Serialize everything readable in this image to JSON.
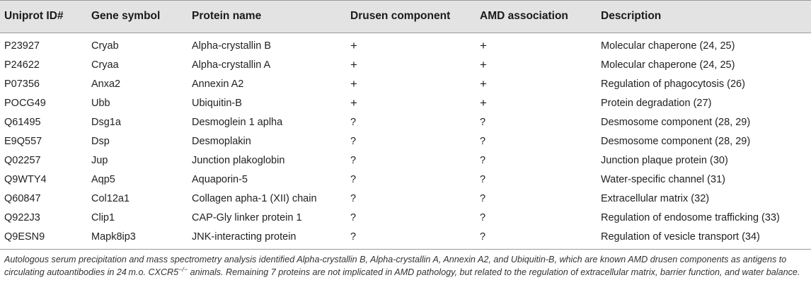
{
  "table": {
    "headers": [
      "Uniprot ID#",
      "Gene symbol",
      "Protein name",
      "Drusen component",
      "AMD association",
      "Description"
    ],
    "rows": [
      {
        "id": "P23927",
        "gene": "Cryab",
        "protein": "Alpha-crystallin B",
        "drusen": "+",
        "amd": "+",
        "desc": "Molecular chaperone (",
        "refs": "24, 25",
        "close": ")"
      },
      {
        "id": "P24622",
        "gene": "Cryaa",
        "protein": "Alpha-crystallin A",
        "drusen": "+",
        "amd": "+",
        "desc": "Molecular chaperone (",
        "refs": "24, 25",
        "close": ")"
      },
      {
        "id": "P07356",
        "gene": "Anxa2",
        "protein": "Annexin A2",
        "drusen": "+",
        "amd": "+",
        "desc": "Regulation of phagocytosis (",
        "refs": "26",
        "close": ")"
      },
      {
        "id": "POCG49",
        "gene": "Ubb",
        "protein": "Ubiquitin-B",
        "drusen": "+",
        "amd": "+",
        "desc": "Protein degradation (",
        "refs": "27",
        "close": ")"
      },
      {
        "id": "Q61495",
        "gene": "Dsg1a",
        "protein": "Desmoglein 1 aplha",
        "drusen": "?",
        "amd": "?",
        "desc": "Desmosome component (",
        "refs": "28, 29",
        "close": ")"
      },
      {
        "id": "E9Q557",
        "gene": "Dsp",
        "protein": "Desmoplakin",
        "drusen": "?",
        "amd": "?",
        "desc": "Desmosome component (",
        "refs": "28, 29",
        "close": ")"
      },
      {
        "id": "Q02257",
        "gene": "Jup",
        "protein": "Junction plakoglobin",
        "drusen": "?",
        "amd": "?",
        "desc": "Junction plaque protein (",
        "refs": "30",
        "close": ")"
      },
      {
        "id": "Q9WTY4",
        "gene": "Aqp5",
        "protein": "Aquaporin-5",
        "drusen": "?",
        "amd": "?",
        "desc": "Water-specific channel (",
        "refs": "31",
        "close": ")"
      },
      {
        "id": "Q60847",
        "gene": "Col12a1",
        "protein": "Collagen apha-1 (XII) chain",
        "drusen": "?",
        "amd": "?",
        "desc": "Extracellular matrix (",
        "refs": "32",
        "close": ")"
      },
      {
        "id": "Q922J3",
        "gene": "Clip1",
        "protein": "CAP-Gly linker protein 1",
        "drusen": "?",
        "amd": "?",
        "desc": "Regulation of endosome trafficking (",
        "refs": "33",
        "close": ")"
      },
      {
        "id": "Q9ESN9",
        "gene": "Mapk8ip3",
        "protein": "JNK-interacting protein",
        "drusen": "?",
        "amd": "?",
        "desc": "Regulation of vesicle transport (",
        "refs": "34",
        "close": ")"
      }
    ]
  },
  "caption": {
    "part1": "Autologous serum precipitation and mass spectrometry analysis identified Alpha-crystallin B, Alpha-crystallin A, Annexin A2, and Ubiquitin-B, which are known AMD drusen components as antigens to circulating autoantibodies in 24 m.o. CXCR5",
    "sup": "−/−",
    "part2": " animals. Remaining 7 proteins are not implicated in AMD pathology, but related to the regulation of extracellular matrix, barrier function, and water balance."
  }
}
